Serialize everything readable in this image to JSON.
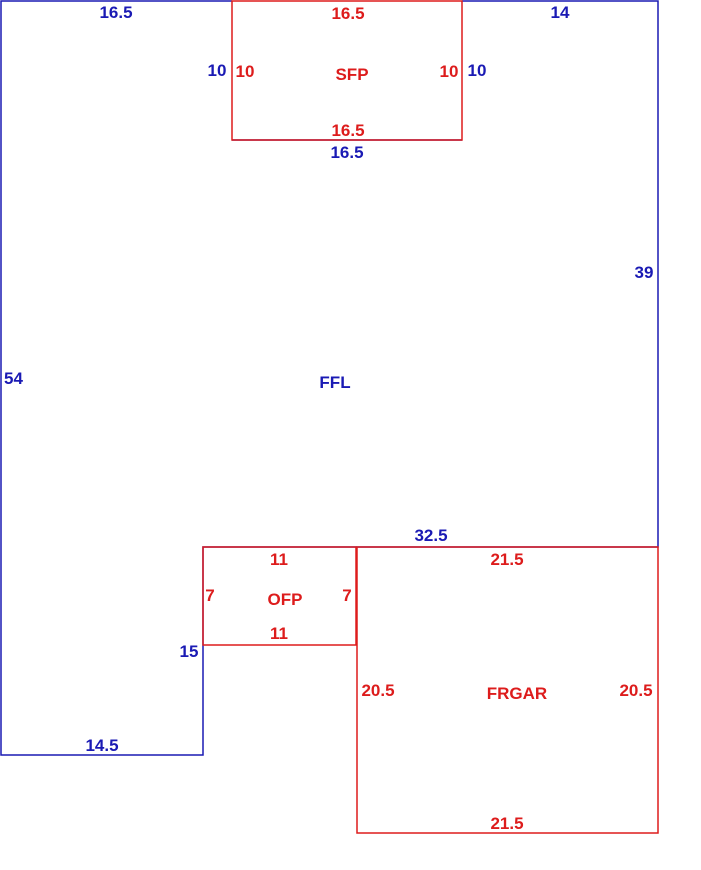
{
  "colors": {
    "primary": "#1a1ab4",
    "secondary": "#dd1c1c"
  },
  "areas": {
    "ffl": "FFL",
    "sfp": "SFP",
    "ofp": "OFP",
    "frgar": "FRGAR"
  },
  "dimensions": {
    "ffl_top_left": "16.5",
    "ffl_top_right": "14",
    "ffl_right": "39",
    "ffl_left": "54",
    "ffl_mid": "32.5",
    "ffl_step": "15",
    "ffl_bottom": "14.5",
    "ffl_sfp_left": "10",
    "ffl_sfp_right": "10",
    "ffl_sfp_bottom": "16.5",
    "sfp_top": "16.5",
    "sfp_left": "10",
    "sfp_right": "10",
    "sfp_bottom": "16.5",
    "ofp_top": "11",
    "ofp_left": "7",
    "ofp_right": "7",
    "ofp_bottom": "11",
    "frgar_top": "21.5",
    "frgar_left": "20.5",
    "frgar_right": "20.5",
    "frgar_bottom": "21.5"
  }
}
